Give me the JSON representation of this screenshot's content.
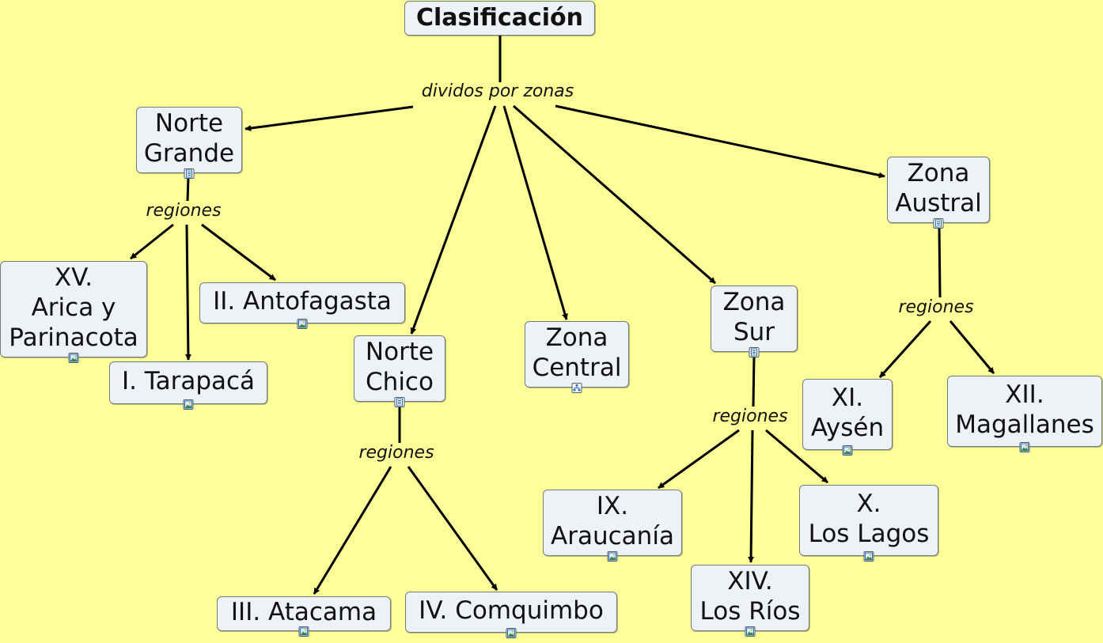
{
  "title": "Clasificación",
  "links": {
    "zonas": "dividos por zonas",
    "regiones_norte_grande": "regiones",
    "regiones_norte_chico": "regiones",
    "regiones_zona_sur": "regiones",
    "regiones_zona_austral": "regiones"
  },
  "zones": {
    "norte_grande": "Norte\nGrande",
    "norte_chico": "Norte\nChico",
    "zona_central": "Zona\nCentral",
    "zona_sur": "Zona\nSur",
    "zona_austral": "Zona\nAustral"
  },
  "regions": {
    "arica": "XV.\nArica y\nParinacota",
    "tarapaca": "I. Tarapacá",
    "antofagasta": "II. Antofagasta",
    "atacama": "III. Atacama",
    "coquimbo": "IV. Comquimbo",
    "araucania": "IX.\nAraucanía",
    "los_rios": "XIV.\nLos Ríos",
    "los_lagos": "X.\nLos Lagos",
    "aysen": "XI.\nAysén",
    "magallanes": "XII.\nMagallanes"
  },
  "colors": {
    "background": "#ffff99",
    "node_fill": "#eef2f6",
    "node_border": "#6e7c88",
    "line": "#000000"
  }
}
